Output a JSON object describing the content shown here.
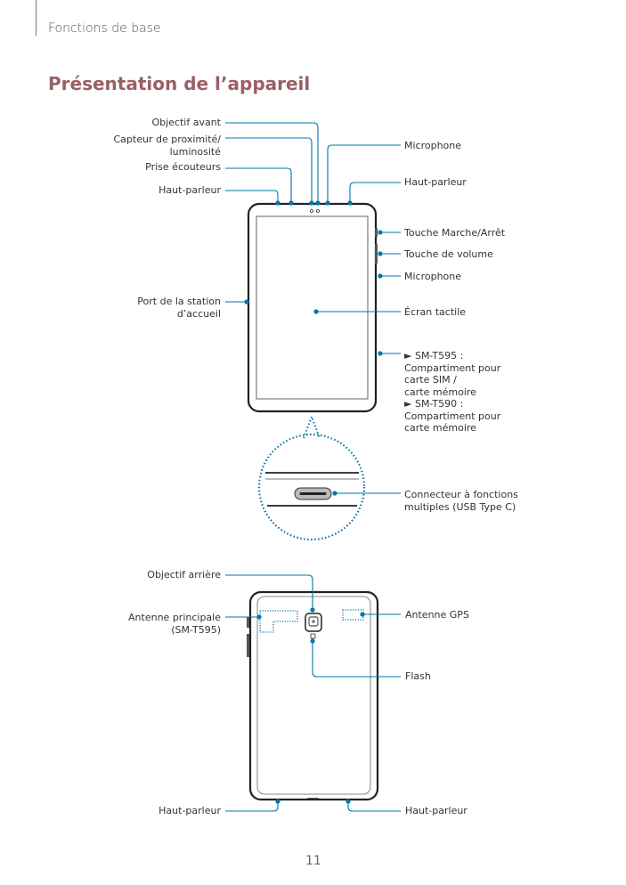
{
  "header": {
    "section": "Fonctions de base"
  },
  "page_title": "Présentation de l’appareil",
  "front_view": {
    "left_labels": {
      "front_camera": "Objectif avant",
      "proximity_sensor": [
        "Capteur de proximité/",
        "luminosité"
      ],
      "earphone_jack": "Prise écouteurs",
      "speaker": "Haut-parleur",
      "dock_port": [
        "Port de la station",
        "d’accueil"
      ]
    },
    "right_labels": {
      "microphone_top": "Microphone",
      "speaker": "Haut-parleur",
      "power_key": "Touche Marche/Arrêt",
      "volume_key": "Touche de volume",
      "microphone_side": "Microphone",
      "touchscreen": "Écran tactile",
      "sim_tray": [
        "► SM-T595 :",
        "Compartiment pour",
        "carte SIM /",
        "carte mémoire",
        "► SM-T590 :",
        "Compartiment pour",
        "carte mémoire"
      ],
      "usb_connector": [
        "Connecteur à fonctions",
        "multiples (USB Type C)"
      ]
    }
  },
  "back_view": {
    "left_labels": {
      "rear_camera": "Objectif arrière",
      "main_antenna": [
        "Antenne principale",
        "(SM-T595)"
      ],
      "speaker": "Haut-parleur"
    },
    "right_labels": {
      "gps_antenna": "Antenne GPS",
      "flash": "Flash",
      "speaker": "Haut-parleur"
    }
  },
  "colors": {
    "accent": "#0077a8",
    "title": "#9a5f66",
    "outline": "#222222"
  },
  "page_number": "11"
}
